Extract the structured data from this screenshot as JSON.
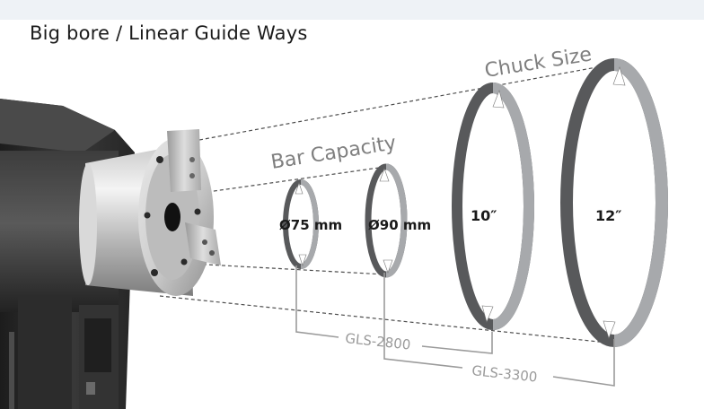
{
  "title": "Big bore / Linear Guide Ways",
  "callouts": {
    "chuck_size": "Chuck Size",
    "bar_capacity": "Bar Capacity"
  },
  "rings": [
    {
      "id": "bar-75",
      "label": "Ø75 mm"
    },
    {
      "id": "bar-90",
      "label": "Ø90 mm"
    },
    {
      "id": "chuck-10",
      "label": "10″"
    },
    {
      "id": "chuck-12",
      "label": "12″"
    }
  ],
  "models": [
    {
      "id": "gls-2800",
      "label": "GLS-2800"
    },
    {
      "id": "gls-3300",
      "label": "GLS-3300"
    }
  ],
  "colors": {
    "ring_dark": "#58595b",
    "ring_light": "#a7a9ac",
    "dashed_line": "#4d4d4d",
    "bracket": "#9b9b9b",
    "topband": "#eef2f6"
  }
}
